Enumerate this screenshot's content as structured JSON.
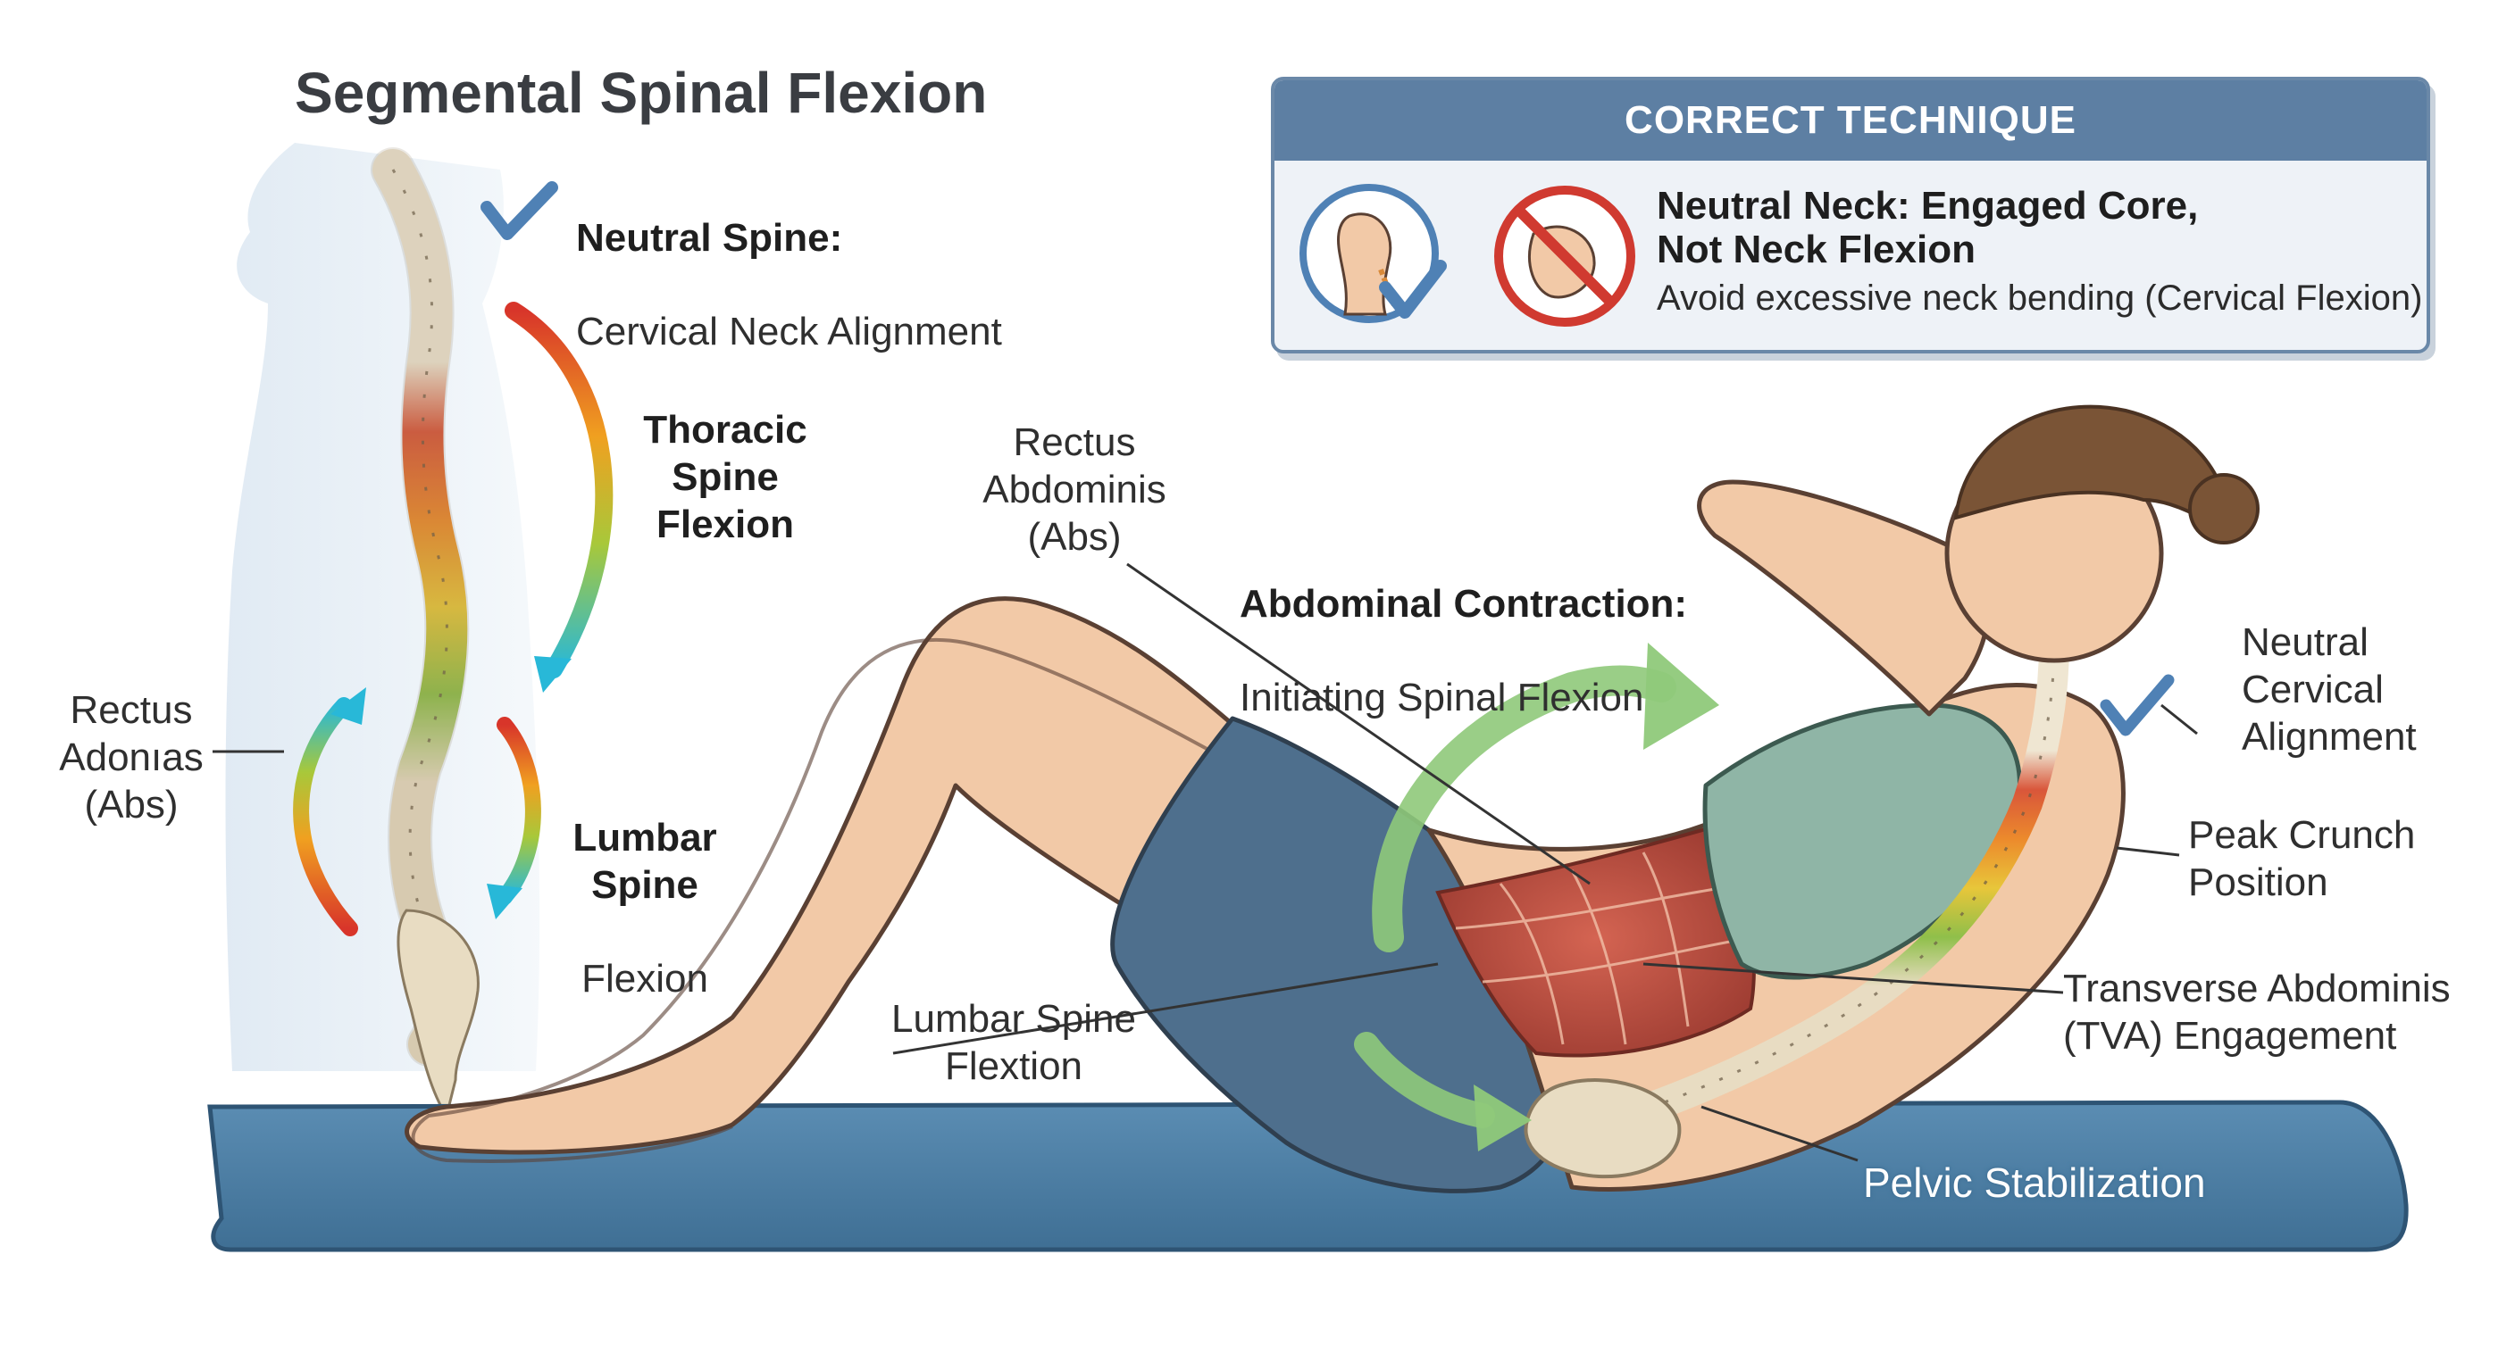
{
  "title": "Segmental Spinal Flexion",
  "technique": {
    "header": "CORRECT TECHNIQUE",
    "title": "Neutral Neck: Engaged Core,\nNot Neck Flexion",
    "subtitle": "Avoid excessive neck bending (Cervical Flexion)"
  },
  "spine_labels": {
    "neutral_bold": "Neutral Spine:",
    "neutral_sub": "Cervical Neck Alignment",
    "thoracic": "Thoracic\nSpine\nFlexion",
    "lumbar_bold": "Lumbar\nSpine",
    "lumbar_sub": "Flexion",
    "rectus_left": "Rectus\nAdonıas\n(Abs)"
  },
  "figure_labels": {
    "rectus": "Rectus\nAbdominis\n(Abs)",
    "contraction_bold": "Abdominal Contraction:",
    "contraction_sub": "Initiating Spinal Flexion",
    "neutral_cervical": "Neutral\nCervical\nAlignment",
    "peak": "Peak Crunch\nPosition",
    "tva": "Transverse Abdominis\n(TVA) Engagement",
    "lumbar": "Lumbar Spine\nFlextion",
    "pelvic": "Pelvic Stabilization"
  },
  "icons": [
    "checkmark-icon",
    "neutral-neck-icon",
    "no-neck-flexion-icon",
    "flexion-arrow-icon"
  ],
  "colors": {
    "panel_header": "#5d7fa3",
    "mat": "#4a7aa0",
    "check": "#4f81b5",
    "prohibit": "#d03a30",
    "muscle": "#b84a3c",
    "shorts": "#4e6f8d",
    "top": "#8fb5a6",
    "skin": "#f2c9a7"
  }
}
